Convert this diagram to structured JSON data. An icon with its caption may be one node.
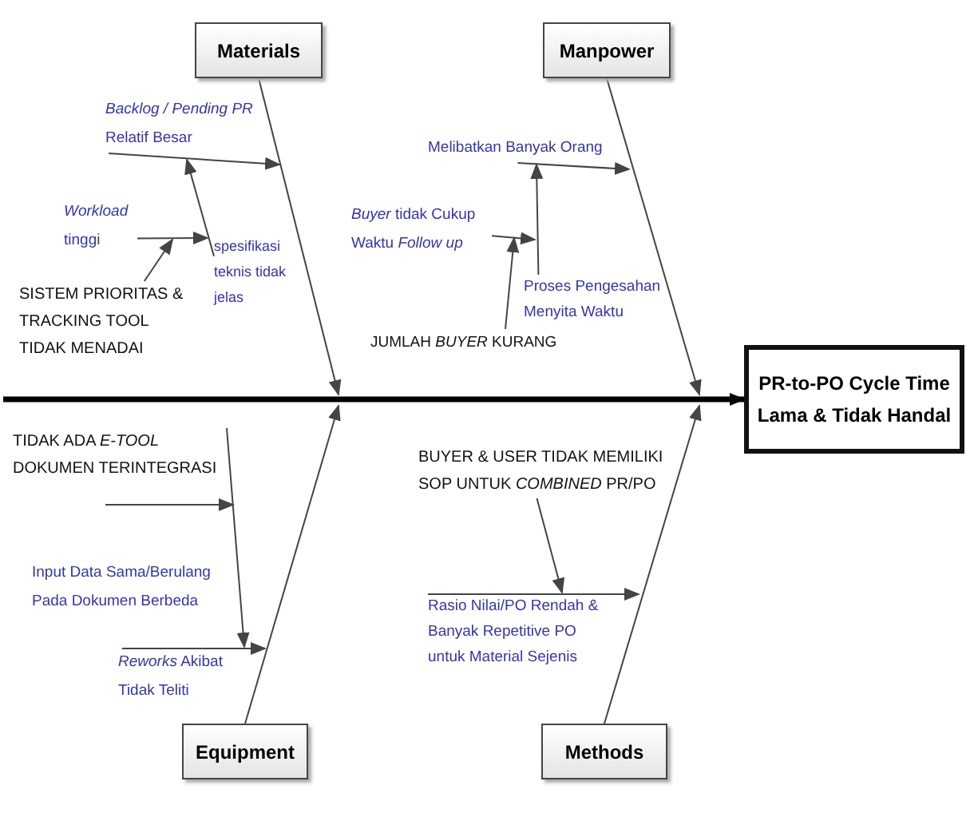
{
  "diagram": {
    "nodes": [
      {
        "text": [
          "Materials"
        ]
      },
      {
        "text": [
          "Manpower"
        ]
      },
      {
        "text": [
          "PR-to-PO Cycle Time Lama & Tidak Handal"
        ]
      },
      {
        "text": [
          "Equipment"
        ]
      },
      {
        "text": [
          "Methods"
        ]
      },
      {
        "text": [
          "*Backlog / Pending PR* Relatif Besar"
        ]
      },
      {
        "text": [
          "*Workload* tinggi"
        ]
      },
      {
        "text": [
          "spesifikasi teknis tidak jelas"
        ]
      },
      {
        "text": [
          "SISTEM PRIORITAS & TRACKING TOOL TIDAK MENADAI"
        ]
      },
      {
        "text": [
          "JUMLAH *BUYER* KURANG"
        ]
      },
      {
        "text": [
          "Melibatkan Banyak Orang"
        ]
      },
      {
        "text": [
          "*Buyer* tidak Cukup Waktu *Follow up*"
        ]
      },
      {
        "text": [
          "Proses Pengesahan Menyita Waktu"
        ]
      },
      {
        "text": [
          "TIDAK ADA *E-TOOL* DOKUMEN TERINTEGRASI"
        ]
      },
      {
        "text": [
          "*Reworks* Akibat Tidak Teliti"
        ]
      },
      {
        "text": [
          "BUYER & USER TIDAK MEMILIKI SOP UNTUK *COMBINED* PR/PO"
        ]
      },
      {
        "text": [
          "Rasio Nilai/PO Rendah & Banyak Repetitive PO untuk Material Sejenis"
        ]
      }
    ],
    "edges": [
      {
        "from": null,
        "to": 2,
        "arrow": "to",
        "style": "thick"
      },
      {
        "from": 0,
        "to": null,
        "arrow": "to"
      },
      {
        "from": 1,
        "to": null,
        "arrow": "to"
      },
      {
        "from": 3,
        "to": null,
        "arrow": "to"
      },
      {
        "from": 4,
        "to": null,
        "arrow": "to"
      },
      {
        "from": 5,
        "to": null,
        "arrow": "to"
      },
      {
        "from": 6,
        "to": 7,
        "arrow": "to"
      },
      {
        "from": 7,
        "to": 5,
        "arrow": "to"
      },
      {
        "from": 8,
        "to": 6,
        "arrow": "to"
      },
      {
        "from": 9,
        "to": 11,
        "arrow": "to"
      },
      {
        "from": 10,
        "to": null,
        "arrow": "to"
      },
      {
        "from": 11,
        "to": 12,
        "arrow": "to"
      },
      {
        "from": 12,
        "to": 10,
        "arrow": "to"
      },
      {
        "from": 13,
        "to": 14,
        "arrow": "to"
      },
      {
        "from": null,
        "to": 13,
        "arrow": "to"
      },
      {
        "from": 14,
        "to": null,
        "arrow": "to"
      },
      {
        "from": 15,
        "to": 16,
        "arrow": "to"
      },
      {
        "from": 16,
        "to": null,
        "arrow": "to"
      }
    ],
    "labels": [
      "Input Data Sama/Berulang Pada Dokumen Berbeda"
    ]
  }
}
